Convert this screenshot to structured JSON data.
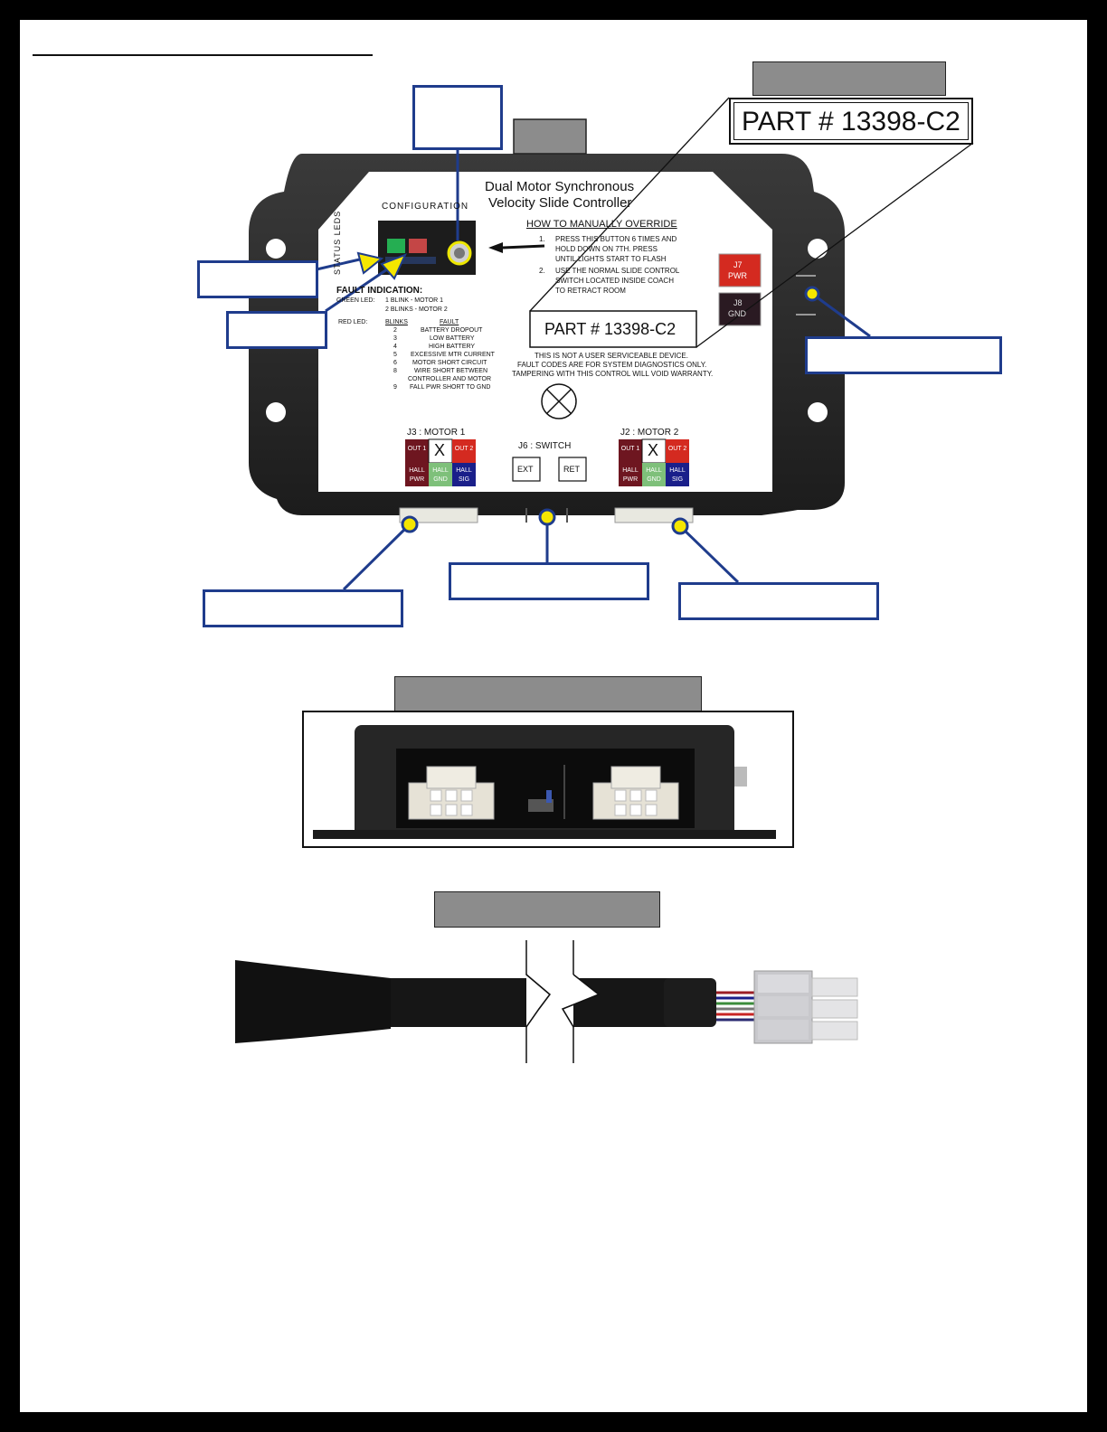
{
  "controller": {
    "title_line1": "Dual Motor Synchronous",
    "title_line2": "Velocity Slide Controller",
    "configuration": "CONFIGURATION",
    "status_leds": "STATUS LEDS",
    "override": {
      "heading": "HOW TO MANUALLY OVERRIDE",
      "step1_num": "1.",
      "step1_lines": [
        "PRESS THIS BUTTON 6 TIMES AND",
        "HOLD DOWN ON 7TH. PRESS",
        "UNTIL LIGHTS START TO FLASH"
      ],
      "step2_num": "2.",
      "step2_lines": [
        "USE THE NORMAL SLIDE CONTROL",
        "SWITCH LOCATED INSIDE COACH",
        "TO RETRACT ROOM"
      ]
    },
    "fault": {
      "heading": "FAULT INDICATION:",
      "green_label": "GREEN LED:",
      "green_lines": [
        "1 BLINK  -  MOTOR 1",
        "2 BLINKS  -  MOTOR 2"
      ],
      "red_label": "RED LED:",
      "col_blinks": "BLINKS",
      "col_fault": "FAULT",
      "rows": [
        {
          "n": "2",
          "text": "BATTERY DROPOUT"
        },
        {
          "n": "3",
          "text": "LOW BATTERY"
        },
        {
          "n": "4",
          "text": "HIGH BATTERY"
        },
        {
          "n": "5",
          "text": "EXCESSIVE MTR CURRENT"
        },
        {
          "n": "6",
          "text": "MOTOR SHORT CIRCUIT"
        },
        {
          "n": "8",
          "text": "WIRE SHORT BETWEEN"
        },
        {
          "n": "",
          "text": "CONTROLLER AND MOTOR"
        },
        {
          "n": "9",
          "text": "FALL PWR SHORT TO GND"
        }
      ]
    },
    "part_number": "PART # 13398-C2",
    "warning_lines": [
      "THIS IS NOT A USER SERVICEABLE DEVICE.",
      "FAULT CODES ARE FOR SYSTEM DIAGNOSTICS ONLY.",
      "TAMPERING WITH THIS CONTROL WILL VOID WARRANTY."
    ],
    "j7": {
      "line1": "J7",
      "line2": "PWR"
    },
    "j8": {
      "line1": "J8",
      "line2": "GND"
    },
    "j3_title": "J3 : MOTOR 1",
    "j2_title": "J2 : MOTOR 2",
    "j6_title": "J6 : SWITCH",
    "ext": "EXT",
    "ret": "RET",
    "pin_out1": "OUT 1",
    "pin_x": "X",
    "pin_out2": "OUT 2",
    "pin_hall_pwr": "HALL PWR",
    "pin_hall_gnd": "HALL GND",
    "pin_hall_sig": "HALL SIG"
  },
  "zoom_part_number": "PART # 13398-C2",
  "colors": {
    "callout_border": "#1f3c8c",
    "callout_dot": "#f5e600",
    "pin_red": "#d42a20",
    "pin_dark_red": "#6e1620",
    "pin_green": "#7ec07a",
    "pin_blue": "#1a1f8a",
    "label_gray": "#8c8c8c",
    "housing": "#2a2a2a"
  }
}
